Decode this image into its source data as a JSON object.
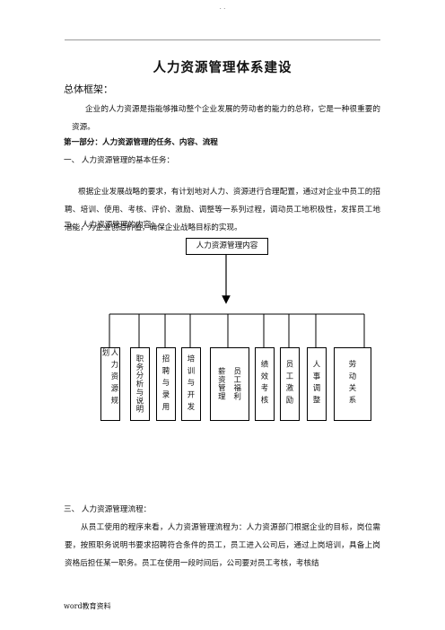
{
  "header": {
    "marks": ". ."
  },
  "title": "人力资源管理体系建设",
  "framework_heading": "总体框架：",
  "intro_text": "企业的人力资源是指能够推动整个企业发展的劳动者的能力的总称，它是一种很重要的资源。",
  "part1_heading": "第一部分：人力资源管理的任务、内容、流程",
  "sec1_heading": "一、  人力资源管理的基本任务：",
  "sec1_text": "根据企业发展战略的要求，有计划地对人力、资源进行合理配置，通过对企业中员工的招聘、培训、使用、考核、评价、激励、调整等一系列过程，调动员工地积极性，发挥员工地潜能，为企业创造价值，确保企业战略目标的实现。",
  "sec2_heading": "二、  人力资源管理的内容：",
  "diagram": {
    "root": "人力资源管理内容",
    "items": [
      {
        "label": "人力资源规划"
      },
      {
        "label": "职务分析与说明"
      },
      {
        "label": "招聘与录用"
      },
      {
        "label": "培训与开发"
      },
      {
        "label": "员工福利",
        "label2": "薪资管理"
      },
      {
        "label": "绩效考核"
      },
      {
        "label": "员工激励"
      },
      {
        "label": "人事调整"
      },
      {
        "label": "劳动关系"
      }
    ]
  },
  "sec3_heading": "三、  人力资源管理流程：",
  "sec3_text": "从员工使用的程序来看，人力资源管理流程为：人力资源部门根据企业的目标，岗位需要，按照职务说明书要求招聘符合条件的员工，员工进入公司后，通过上岗培训，具备上岗资格后担任某一职务。员工在使用一段时间后，公司要对员工考核，考核结",
  "footer": "word教育资料"
}
